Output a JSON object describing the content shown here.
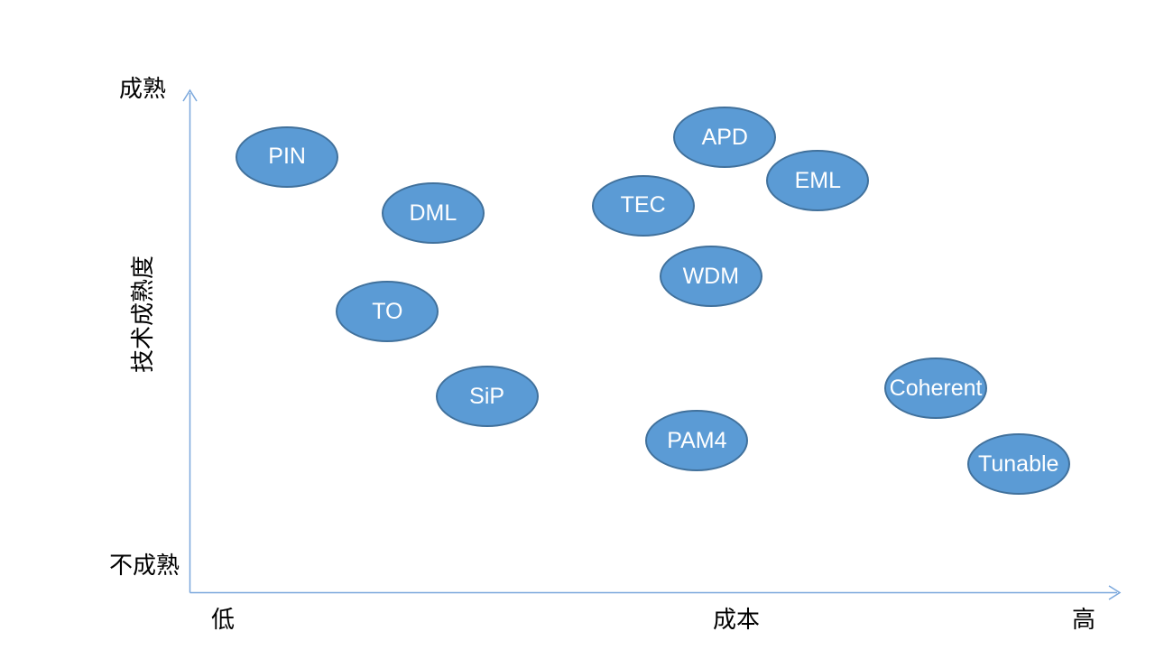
{
  "chart_data": {
    "type": "scatter",
    "title": "",
    "x_axis": {
      "title": "成本",
      "min_label": "低",
      "max_label": "高",
      "range": [
        0,
        1
      ]
    },
    "y_axis": {
      "title": "技术成熟度",
      "min_label": "不成熟",
      "max_label": "成熟",
      "range": [
        0,
        1
      ]
    },
    "grid": false,
    "legend": false,
    "points": [
      {
        "label": "PIN",
        "cost": 0.105,
        "maturity": 0.867
      },
      {
        "label": "DML",
        "cost": 0.262,
        "maturity": 0.755
      },
      {
        "label": "TO",
        "cost": 0.213,
        "maturity": 0.559
      },
      {
        "label": "SiP",
        "cost": 0.32,
        "maturity": 0.39
      },
      {
        "label": "APD",
        "cost": 0.576,
        "maturity": 0.906
      },
      {
        "label": "TEC",
        "cost": 0.488,
        "maturity": 0.77
      },
      {
        "label": "EML",
        "cost": 0.676,
        "maturity": 0.82
      },
      {
        "label": "WDM",
        "cost": 0.561,
        "maturity": 0.629
      },
      {
        "label": "PAM4",
        "cost": 0.546,
        "maturity": 0.302
      },
      {
        "label": "Coherent",
        "cost": 0.803,
        "maturity": 0.406
      },
      {
        "label": "Tunable",
        "cost": 0.892,
        "maturity": 0.255
      }
    ]
  },
  "style": {
    "bubble_fill": "#5B9BD5",
    "bubble_stroke": "#41719C",
    "bubble_text_color": "#ffffff",
    "axis_color": "#7AA7DC",
    "label_color": "#000000"
  }
}
